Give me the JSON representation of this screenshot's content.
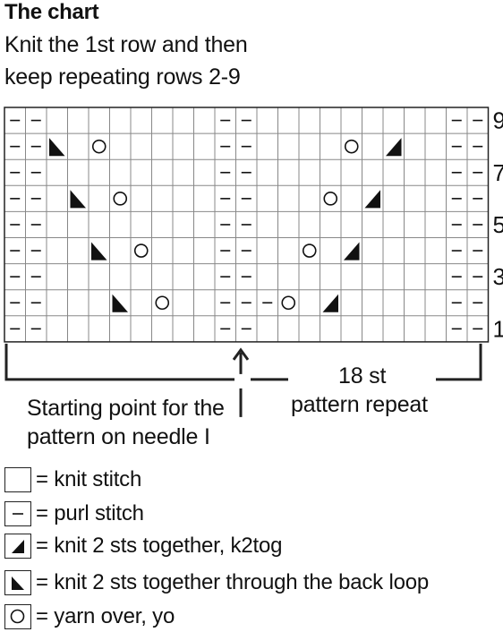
{
  "title": "The chart",
  "instructions": [
    "Knit the 1st row and then",
    "keep repeating rows 2-9"
  ],
  "chart_data": {
    "type": "table",
    "columns": 23,
    "row_labels": [
      {
        "row": 9,
        "label": "9."
      },
      {
        "row": 7,
        "label": "7."
      },
      {
        "row": 5,
        "label": "5."
      },
      {
        "row": 3,
        "label": "3."
      },
      {
        "row": 1,
        "label": "1."
      }
    ],
    "legend_codes": {
      "k": "knit stitch",
      "p": "purl stitch",
      "r": "knit 2 sts together, k2tog",
      "l": "knit 2 sts together through the back loop",
      "o": "yarn over, yo"
    },
    "rows_top_to_bottom": [
      "ppkkkkkkkkppkkkkkkkkkpp",
      "pplkokkkkkppkkkkokrkkpp",
      "ppkkkkkkkkppkkkkkkkkkpp",
      "ppklkokkkkppkkkokrkkkpp",
      "ppkkkkkkkkppkkkkkkkkkpp",
      "ppkklkokkkppkkokrkkkkpp",
      "ppkkkkkkkkppkkkkkkkkkpp",
      "ppkkklkokkpppokrkkkkkpp",
      "ppkkkkkkkkppkkkkkkkkkpp"
    ]
  },
  "repeat_label": [
    "18 st",
    "pattern repeat"
  ],
  "starting_point_label": [
    "Starting point for the",
    "pattern on needle I"
  ],
  "legend": [
    {
      "symbol": "knit",
      "icon": "empty-square-icon",
      "text": "= knit stitch"
    },
    {
      "symbol": "purl",
      "icon": "dash-square-icon",
      "text": "= purl stitch"
    },
    {
      "symbol": "k2tog",
      "icon": "right-slant-triangle-icon",
      "text": "= knit 2 sts together, k2tog"
    },
    {
      "symbol": "k2tog-tbl",
      "icon": "left-slant-triangle-icon",
      "text": "= knit 2 sts together through the back loop"
    },
    {
      "symbol": "yo",
      "icon": "circle-icon",
      "text": "= yarn over, yo"
    }
  ],
  "colors": {
    "grid_line": "#888888",
    "border": "#222222",
    "ink": "#111111"
  }
}
